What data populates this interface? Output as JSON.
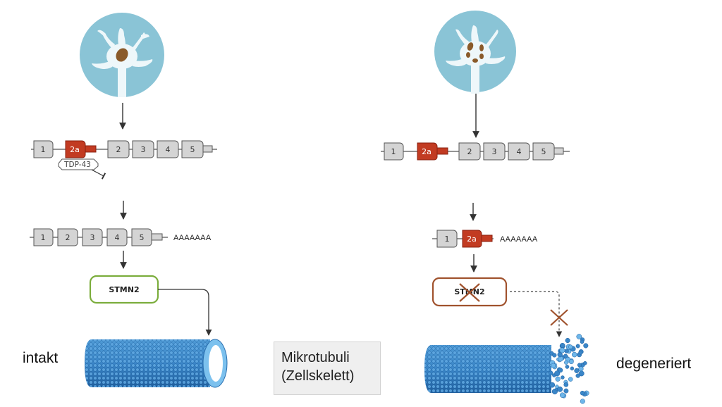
{
  "left_panel": {
    "gene_exons": [
      "1",
      "2a",
      "2",
      "3",
      "4",
      "5"
    ],
    "repressor": "TDP-43",
    "mrna_exons": [
      "1",
      "2",
      "3",
      "4",
      "5"
    ],
    "polya": "AAAAAAA",
    "protein": "STMN2",
    "state_label": "intakt"
  },
  "right_panel": {
    "gene_exons": [
      "1",
      "2a",
      "2",
      "3",
      "4",
      "5"
    ],
    "mrna_exons": [
      "1",
      "2a"
    ],
    "polya": "AAAAAAA",
    "protein": "STMN2",
    "state_label": "degeneriert"
  },
  "legend": {
    "line1": "Mikrotubuli",
    "line2": "(Zellskelett)"
  },
  "colors": {
    "cell_bg": "#8ac4d6",
    "neuron": "#eef7fa",
    "nucleus": "#8a5a2a",
    "exon_gray": "#d4d4d4",
    "exon_2a": "#c23b22",
    "protein_ok": "#7bad3c",
    "protein_bad": "#a0522d",
    "microtubule": "#2f7fc0"
  },
  "icons": [
    "neuron-cell-icon",
    "microtubule-icon",
    "cross-mark-icon"
  ]
}
